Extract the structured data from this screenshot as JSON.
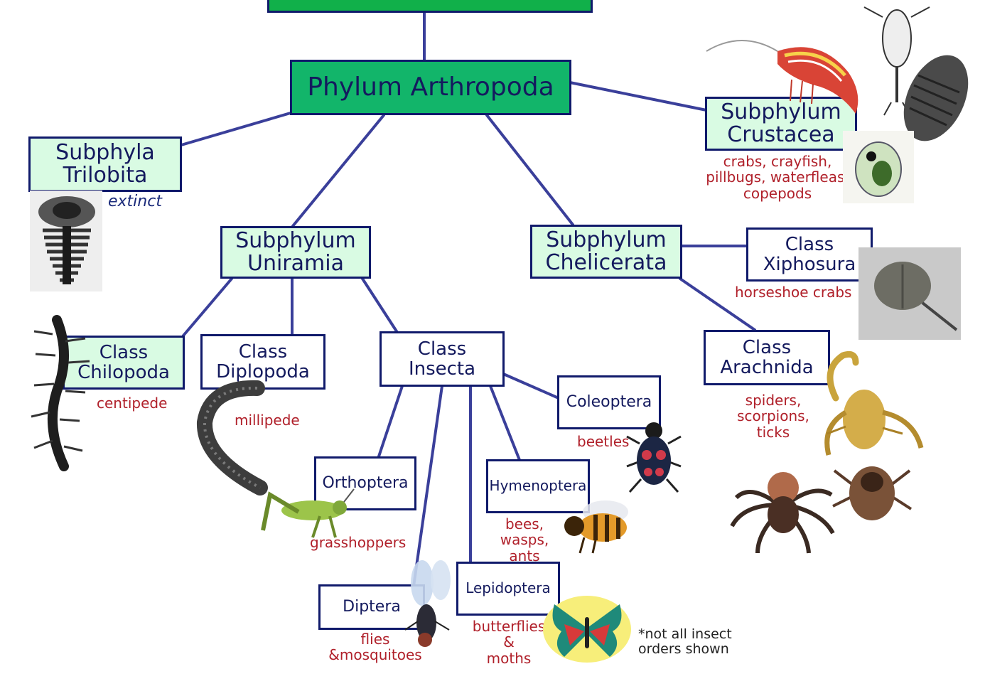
{
  "phylum": {
    "label": "Phylum Arthropoda"
  },
  "subphyla": {
    "trilobita": {
      "line1": "Subphyla",
      "line2": "Trilobita",
      "note": "extinct"
    },
    "crustacea": {
      "line1": "Subphylum",
      "line2": "Crustacea",
      "note1": "crabs, crayfish,",
      "note2": "pillbugs, waterfleas,",
      "note3": "copepods"
    },
    "uniramia": {
      "line1": "Subphylum",
      "line2": "Uniramia"
    },
    "chelicerata": {
      "line1": "Subphylum",
      "line2": "Chelicerata"
    }
  },
  "classes": {
    "chilopoda": {
      "line1": "Class",
      "line2": "Chilopoda",
      "note": "centipede"
    },
    "diplopoda": {
      "line1": "Class",
      "line2": "Diplopoda",
      "note": "millipede"
    },
    "insecta": {
      "line1": "Class",
      "line2": "Insecta"
    },
    "xiphosura": {
      "line1": "Class",
      "line2": "Xiphosura",
      "note": "horseshoe crabs"
    },
    "arachnida": {
      "line1": "Class",
      "line2": "Arachnida",
      "note1": "spiders,",
      "note2": "scorpions,",
      "note3": "ticks"
    }
  },
  "orders": {
    "coleoptera": {
      "label": "Coleoptera",
      "note": "beetles"
    },
    "orthoptera": {
      "label": "Orthoptera",
      "note": "grasshoppers"
    },
    "hymenoptera": {
      "label": "Hymenoptera",
      "note1": "bees,",
      "note2": "wasps, ants"
    },
    "diptera": {
      "label": "Diptera",
      "note1": "flies",
      "note2": "&mosquitoes"
    },
    "lepidoptera": {
      "label": "Lepidoptera",
      "note1": "butterflies &",
      "note2": "moths"
    }
  },
  "footnote": {
    "line1": "*not all insect",
    "line2": "orders shown"
  },
  "colors": {
    "line": "#3a3f9a",
    "border": "#101a6b",
    "box_fill": "#d9fbe3",
    "phylum_fill": "#12b56a",
    "note_red": "#b0202a"
  }
}
